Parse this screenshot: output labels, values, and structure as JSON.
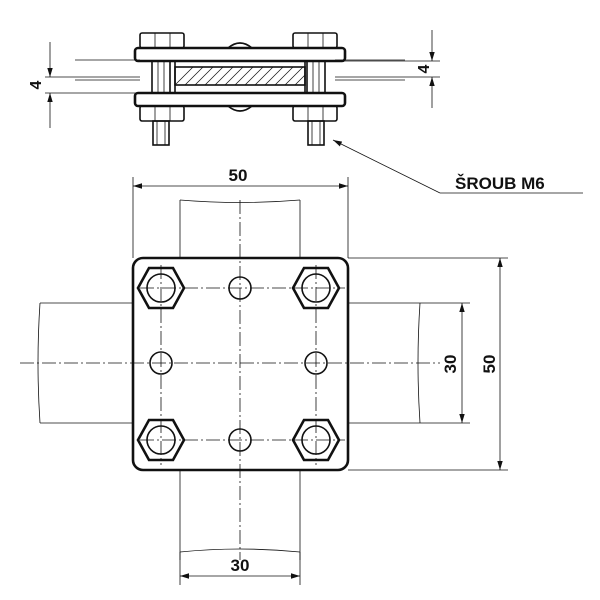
{
  "dimensions": {
    "top_left_thickness": "4",
    "top_right_thickness": "4",
    "plate_width": "50",
    "plate_height": "50",
    "vertical_strap_width": "30",
    "horizontal_strap_width": "30"
  },
  "callout": {
    "label": "ŠROUB M6"
  }
}
